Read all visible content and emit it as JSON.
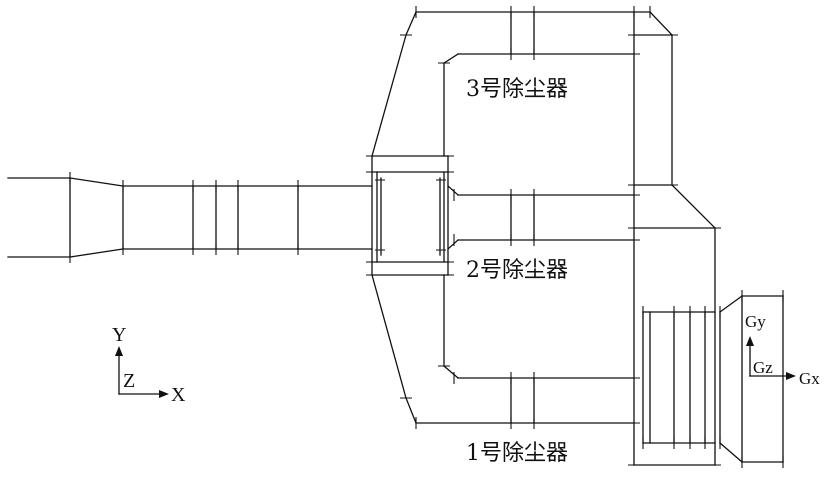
{
  "labels": {
    "collector_3": "3号除尘器",
    "collector_2": "2号除尘器",
    "collector_1": "1号除尘器"
  },
  "axes": {
    "y": "Y",
    "z": "Z",
    "x": "X"
  },
  "gravity": {
    "gy": "Gy",
    "gz": "Gz",
    "gx": "Gx"
  },
  "colors": {
    "line": "#111111",
    "background": "#ffffff"
  }
}
